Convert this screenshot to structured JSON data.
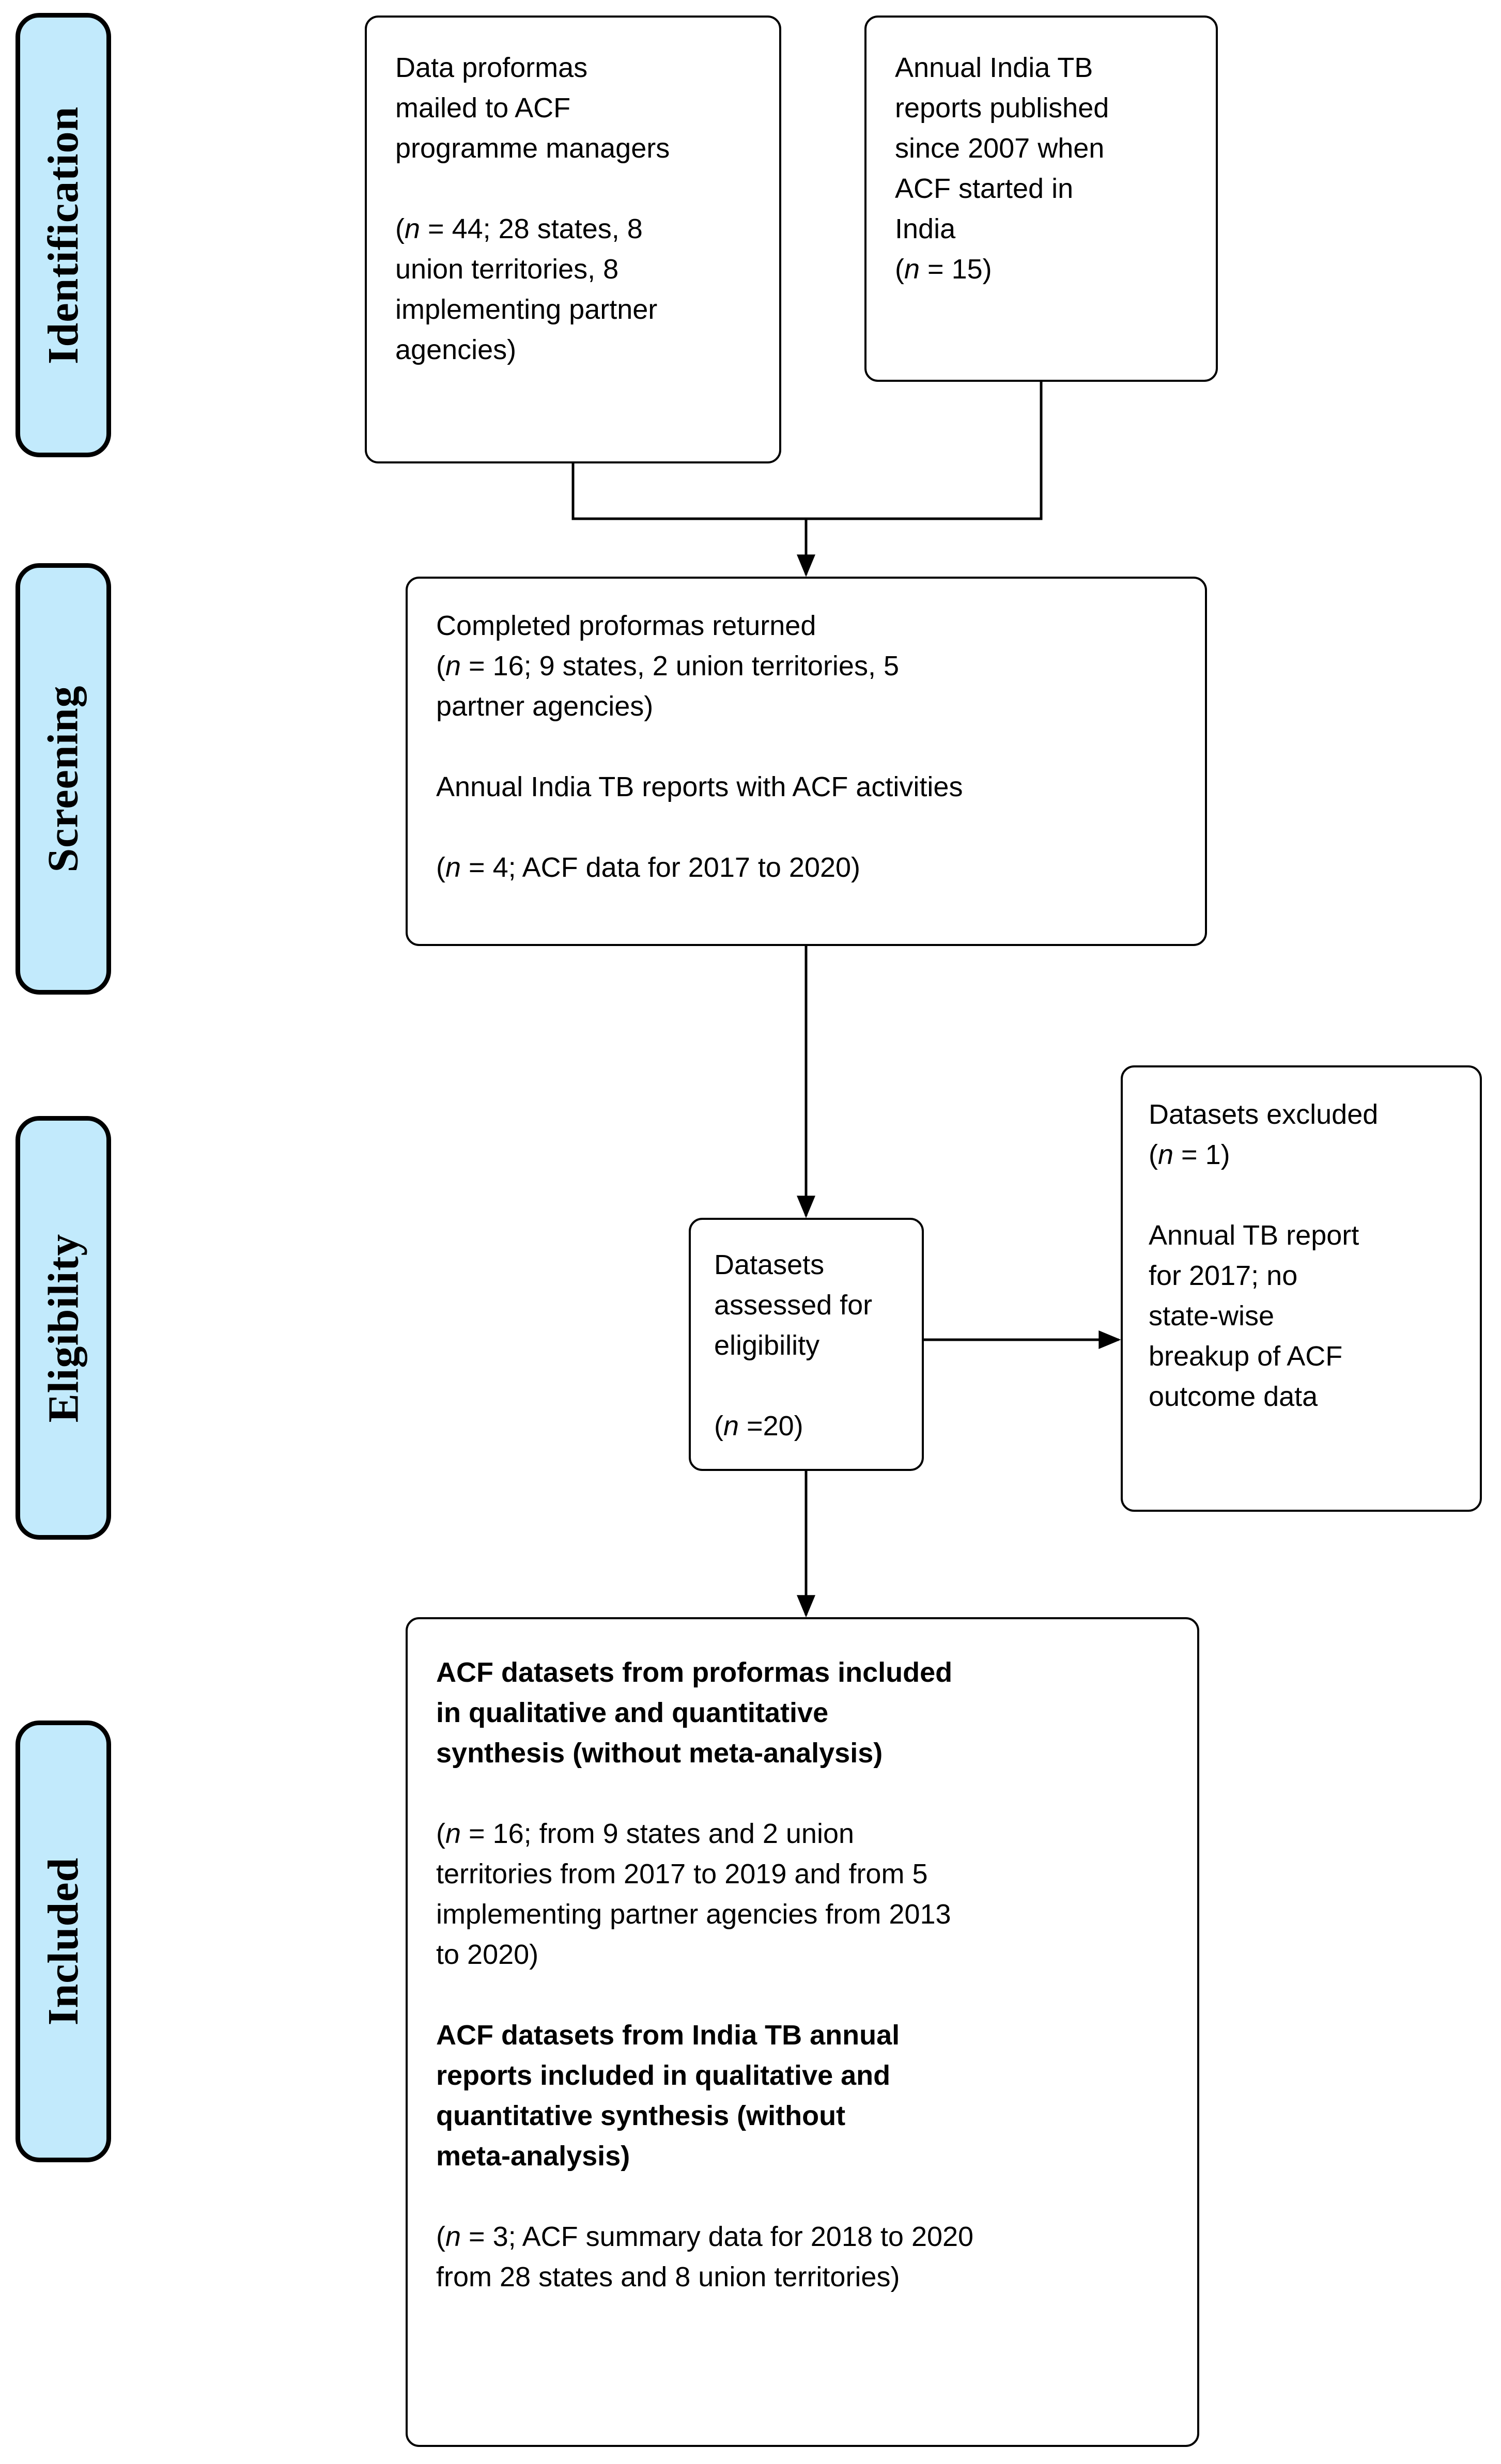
{
  "title": "PRISMA-style flow diagram of ACF datasets for India TB review",
  "colors": {
    "stage_fill": "#c2eafc",
    "stage_border": "#000000",
    "box_fill": "#ffffff",
    "box_border": "#000000",
    "line": "#000000",
    "text": "#000000"
  },
  "stages": [
    {
      "id": "identification",
      "label": "Identification"
    },
    {
      "id": "screening",
      "label": "Screening"
    },
    {
      "id": "eligibility",
      "label": "Eligibility"
    },
    {
      "id": "included",
      "label": "Included"
    }
  ],
  "boxes": [
    {
      "id": "proformas-mailed",
      "stage": "identification",
      "paragraphs": [
        {
          "segments": [
            {
              "t": "Data proformas\nmailed to ACF\nprogramme managers"
            }
          ]
        },
        {
          "segments": [
            {
              "t": "("
            },
            {
              "t": "n",
              "i": true
            },
            {
              "t": " = 44; 28 states, 8\nunion territories, 8\nimplementing partner\nagencies)"
            }
          ]
        }
      ]
    },
    {
      "id": "annual-reports",
      "stage": "identification",
      "paragraphs": [
        {
          "segments": [
            {
              "t": "Annual India TB\nreports published\nsince 2007 when\nACF started in\nIndia\n("
            },
            {
              "t": "n",
              "i": true
            },
            {
              "t": " = 15)"
            }
          ]
        }
      ]
    },
    {
      "id": "proformas-returned",
      "stage": "screening",
      "paragraphs": [
        {
          "segments": [
            {
              "t": "Completed proformas returned\n("
            },
            {
              "t": "n",
              "i": true
            },
            {
              "t": " = 16; 9 states, 2 union territories, 5\npartner agencies)"
            }
          ]
        },
        {
          "segments": [
            {
              "t": "Annual India TB reports with ACF activities"
            }
          ]
        },
        {
          "segments": [
            {
              "t": "("
            },
            {
              "t": "n",
              "i": true
            },
            {
              "t": " = 4; ACF data for 2017 to 2020)"
            }
          ]
        }
      ]
    },
    {
      "id": "datasets-assessed",
      "stage": "eligibility",
      "paragraphs": [
        {
          "segments": [
            {
              "t": "Datasets\nassessed for\neligibility"
            }
          ]
        },
        {
          "segments": [
            {
              "t": "("
            },
            {
              "t": "n",
              "i": true
            },
            {
              "t": " =20)"
            }
          ]
        }
      ]
    },
    {
      "id": "datasets-excluded",
      "stage": "eligibility",
      "paragraphs": [
        {
          "segments": [
            {
              "t": "Datasets excluded\n("
            },
            {
              "t": "n",
              "i": true
            },
            {
              "t": " = 1)"
            }
          ]
        },
        {
          "segments": [
            {
              "t": "Annual TB report\nfor 2017; no\nstate-wise\nbreakup of ACF\noutcome data"
            }
          ]
        }
      ]
    },
    {
      "id": "included-datasets",
      "stage": "included",
      "paragraphs": [
        {
          "bold": true,
          "segments": [
            {
              "t": "ACF datasets from proformas included\nin qualitative and quantitative\nsynthesis (without meta-analysis)"
            }
          ]
        },
        {
          "segments": [
            {
              "t": "("
            },
            {
              "t": "n",
              "i": true
            },
            {
              "t": " = 16; from 9 states and 2 union\nterritories from 2017 to 2019 and from 5\nimplementing partner agencies from 2013\nto 2020)"
            }
          ]
        },
        {
          "bold": true,
          "segments": [
            {
              "t": "ACF datasets from India TB annual\nreports included in qualitative and\nquantitative synthesis (without\nmeta-analysis)"
            }
          ]
        },
        {
          "segments": [
            {
              "t": "("
            },
            {
              "t": "n",
              "i": true
            },
            {
              "t": " = 3; ACF summary data for 2018 to 2020\nfrom 28 states and 8 union territories)"
            }
          ]
        }
      ]
    }
  ]
}
